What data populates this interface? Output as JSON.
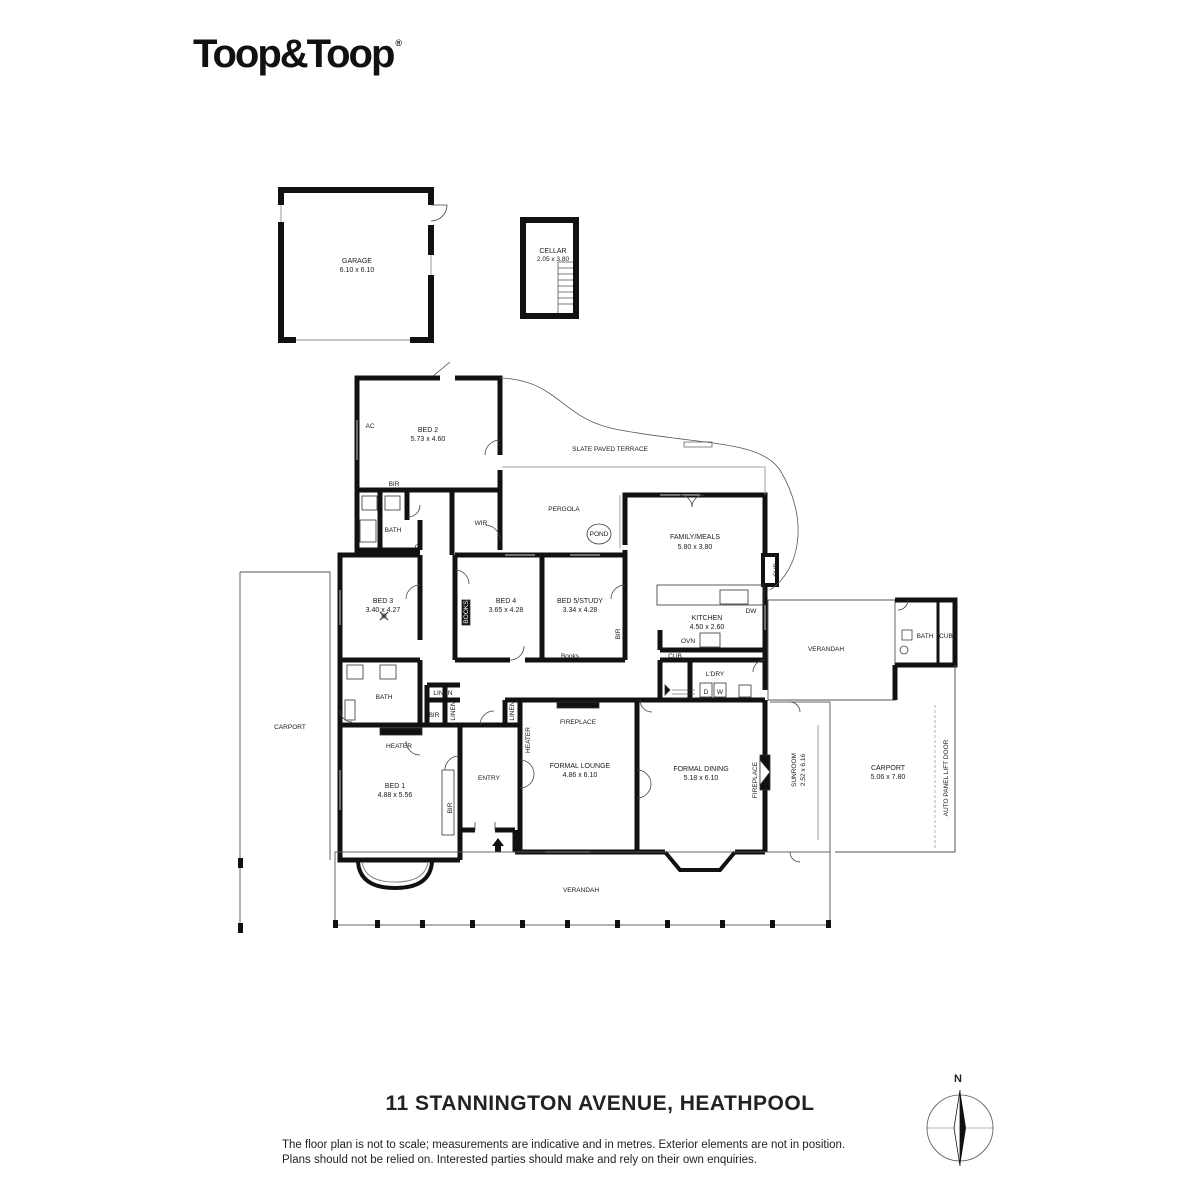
{
  "brand": {
    "logo_text": "Toop&Toop",
    "registered_mark": "®"
  },
  "rooms": {
    "garage": {
      "name": "GARAGE",
      "size": "6.10 x 6.10"
    },
    "cellar": {
      "name": "CELLAR",
      "size": "2.05 x 3.80"
    },
    "bed2": {
      "name": "BED 2",
      "size": "5.73 x 4.60"
    },
    "ac": "AC",
    "bir_bed2": "BIR",
    "bath_upper": "BATH",
    "c_cupboard": "C",
    "wir": "WIR",
    "slate_terrace": "SLATE PAVED TERRACE",
    "pergola": "PERGOLA",
    "pond": "POND",
    "family_meals": {
      "name": "FAMILY/MEALS",
      "size": "5.80 x 3.80"
    },
    "cub_family": "CUB",
    "bed3": {
      "name": "BED 3",
      "size": "3.40 x 4.27"
    },
    "bed4": {
      "name": "BED 4",
      "size": "3.65 x 4.28"
    },
    "books_bed4": "BOOKS",
    "bed5": {
      "name": "BED 5/STUDY",
      "size": "3.34 x 4.28"
    },
    "bir_bed5": "BIR",
    "books_bed5": "Books",
    "kitchen": {
      "name": "KITCHEN",
      "size": "4.50 x 2.60"
    },
    "dw": "DW",
    "ovn": "OVN",
    "cub_kitchen": "CUB",
    "laundry": "L'DRY",
    "d": "D",
    "w": "W",
    "verandah_east": "VERANDAH",
    "bath_east": "BATH",
    "cub_east": "CUB",
    "bath_mid": "BATH",
    "linen_1": "LINEN",
    "linen_2": "LINEN",
    "linen_3": "LINEN",
    "bir_hall": "BIR",
    "carport_west": "CARPORT",
    "heater_bed1": "HEATER",
    "bed1": {
      "name": "BED 1",
      "size": "4.88 x 5.56"
    },
    "bir_bed1": "BIR",
    "entry": "ENTRY",
    "heater_lounge": "HEATER",
    "fireplace_lounge": "FIREPLACE",
    "formal_lounge": {
      "name": "FORMAL LOUNGE",
      "size": "4.86 x 6.10"
    },
    "formal_dining": {
      "name": "FORMAL DINING",
      "size": "5.18 x 6.10"
    },
    "fireplace_dining": "FIREPLACE",
    "sunroom": {
      "name": "SUNROOM",
      "size": "2.52 x 6.16"
    },
    "carport_east": {
      "name": "CARPORT",
      "size": "5.06 x 7.80"
    },
    "auto_door": "AUTO PANEL LIFT DOOR",
    "verandah_front": "VERANDAH"
  },
  "address": "11 STANNINGTON AVENUE, HEATHPOOL",
  "disclaimer": {
    "line1": "The floor plan is not to scale; measurements are indicative and in metres. Exterior elements are not in position.",
    "line2": "Plans should not be relied on. Interested parties should make and rely on their own enquiries."
  },
  "compass": {
    "north_label": "N"
  },
  "colors": {
    "wall": "#111111",
    "thin_line": "#333333",
    "window": "#bbbbbb"
  }
}
